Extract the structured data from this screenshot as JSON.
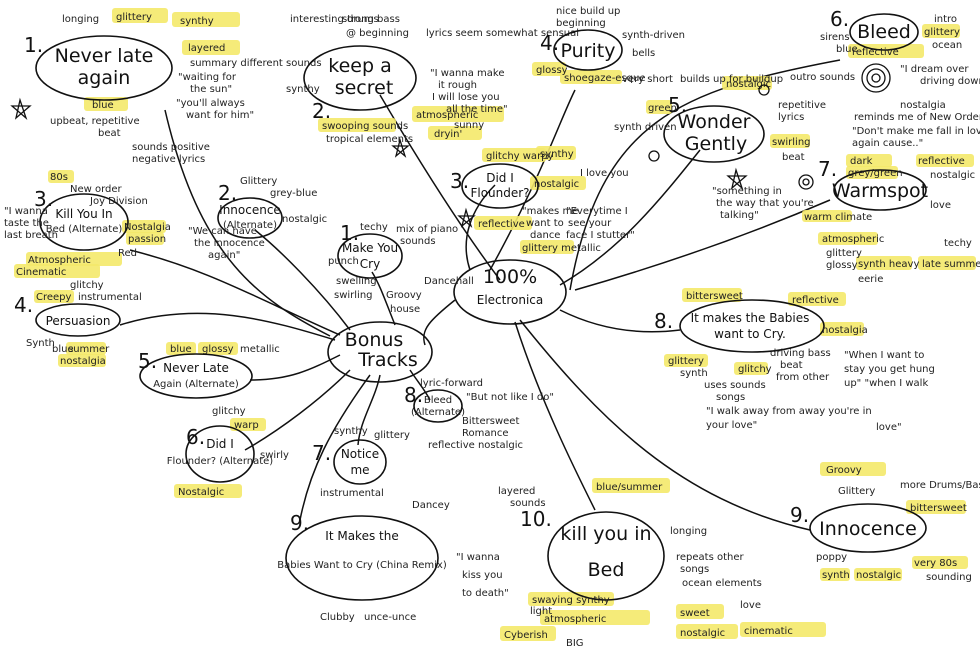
{
  "hubs": {
    "bonus": {
      "label_line1": "Bonus",
      "label_line2": "Tracks"
    },
    "main": {
      "label_line1": "100%",
      "label_line2": "Electronica"
    }
  },
  "main_tracks": [
    {
      "number": "1.",
      "title_line1": "Never late",
      "title_line2": "again",
      "tags": [
        "glittery",
        "synthy",
        "layered",
        "blue"
      ],
      "notes": [
        "longing",
        "summary different sounds",
        "\"waiting for",
        "the sun\"",
        "\"you'll always",
        "want for him\"",
        "upbeat, repetitive",
        "beat",
        "sounds positive",
        "negative lyrics"
      ]
    },
    {
      "number": "2.",
      "title_line1": "keep a",
      "title_line2": "secret",
      "tags": [
        "atmospheric",
        "dryin'",
        "swooping sounds"
      ],
      "notes": [
        "interesting drums",
        "strong bass",
        "@ beginning",
        "lyrics seem somewhat sensual",
        "\"I wanna make",
        "it rough",
        "I will lose you",
        "all the time\"",
        "tropical elements",
        "sunny",
        "synthy"
      ]
    },
    {
      "number": "3.",
      "title_line1": "Did I",
      "title_line2": "Flounder?",
      "tags": [
        "glitchy warpy",
        "synthy",
        "nostalgic",
        "reflective",
        "glittery metallic"
      ],
      "notes": [
        "I love you",
        "\"makes me",
        "want to",
        "dance",
        "\"Everytime I",
        "see your",
        "face I stutter\""
      ]
    },
    {
      "number": "4.",
      "title_line1": "Purity",
      "title_line2": "",
      "tags": [
        "glossy",
        "shoegaze-esque"
      ],
      "notes": [
        "nice build up",
        "beginning",
        "synth-driven",
        "bells",
        "very short"
      ]
    },
    {
      "number": "5.",
      "title_line1": "Wonder",
      "title_line2": "Gently",
      "tags": [
        "nostalgic",
        "green",
        "swirling"
      ],
      "notes": [
        "builds up for buildup",
        "outro sounds",
        "repetitive",
        "lyrics",
        "synth driven",
        "beat",
        "\"something in",
        "the way that you're",
        "talking\""
      ]
    },
    {
      "number": "6.",
      "title_line1": "Bleed",
      "title_line2": "",
      "tags": [
        "glittery",
        "reflective"
      ],
      "notes": [
        "sirens",
        "blue",
        "intro",
        "ocean",
        "\"I dream over",
        "nostalgia",
        "reminds me of New Order",
        "\"Don't make me fall in love",
        "again cause..\"",
        "driving down"
      ]
    },
    {
      "number": "7.",
      "title_line1": "Warmspot",
      "title_line2": "",
      "tags": [
        "dark",
        "grey/green",
        "reflective",
        "atmospheric",
        "synth heavy",
        "late summer",
        "warm climate"
      ],
      "notes": [
        "love",
        "nostalgic",
        "glittery",
        "glossy",
        "techy",
        "eerie"
      ]
    },
    {
      "number": "8.",
      "title_line1": "It makes the Babies",
      "title_line2": "want to Cry.",
      "tags": [
        "bittersweet",
        "reflective",
        "nostalgia",
        "glittery",
        "glitchy"
      ],
      "notes": [
        "synth",
        "driving bass",
        "beat",
        "from other",
        "uses sounds",
        "songs",
        "\"When I want to",
        "stay you get hung",
        "up\" \"when I walk",
        "\"I walk away from away you're in",
        "your love\"",
        "love\""
      ]
    },
    {
      "number": "9.",
      "title_line1": "Innocence",
      "title_line2": "",
      "tags": [
        "Groovy",
        "bittersweet",
        "synth",
        "nostalgic",
        "very 80s"
      ],
      "notes": [
        "Glittery",
        "more Drums/Bass",
        "poppy",
        "sounding"
      ]
    },
    {
      "number": "10.",
      "title_line1": "kill you in",
      "title_line2": "Bed",
      "tags": [
        "blue/summer",
        "swaying synthy",
        "atmospheric",
        "sweet",
        "nostalgic",
        "cinematic",
        "Cyberish"
      ],
      "notes": [
        "layered",
        "sounds",
        "longing",
        "repeats other",
        "songs",
        "ocean elements",
        "love",
        "\"I wanna",
        "kiss you",
        "to death\"",
        "light",
        "BIG"
      ]
    }
  ],
  "bonus_tracks": [
    {
      "number": "1.",
      "title_line1": "Make You",
      "title_line2": "Cry",
      "tags": [],
      "notes": [
        "techy",
        "mix of piano",
        "sounds",
        "punch",
        "swelling",
        "swirling",
        "Groovy",
        "house",
        "Dancehall"
      ]
    },
    {
      "number": "2.",
      "title_line1": "Innocence",
      "title_line2": "(Alternate)",
      "tags": [],
      "notes": [
        "Glittery",
        "grey-blue",
        "nostalgic",
        "\"We can have",
        "the innocence",
        "again\""
      ]
    },
    {
      "number": "3.",
      "title_line1": "Kill You In",
      "title_line2": "Bed (Alternate)",
      "tags": [
        "80s",
        "Nostalgia",
        "passion",
        "Atmospheric",
        "Cinematic"
      ],
      "notes": [
        "New order",
        "Joy Division",
        "\"I wanna",
        "taste the",
        "last breath",
        "Red"
      ]
    },
    {
      "number": "4.",
      "title_line1": "Persuasion",
      "title_line2": "",
      "tags": [
        "Creepy",
        "blue",
        "summer",
        "nostalgia"
      ],
      "notes": [
        "glitchy",
        "instrumental",
        "Synth"
      ]
    },
    {
      "number": "5.",
      "title_line1": "Never Late",
      "title_line2": "Again (Alternate)",
      "tags": [
        "blue",
        "glossy"
      ],
      "notes": [
        "metallic"
      ]
    },
    {
      "number": "6.",
      "title_line1": "Did I",
      "title_line2": "Flounder? (Alternate)",
      "tags": [
        "warp",
        "Nostalgic"
      ],
      "notes": [
        "glitchy",
        "swirly"
      ]
    },
    {
      "number": "7.",
      "title_line1": "Notice",
      "title_line2": "me",
      "tags": [],
      "notes": [
        "synthy",
        "glittery",
        "instrumental"
      ]
    },
    {
      "number": "8.",
      "title_line1": "Bleed",
      "title_line2": "(Alternate)",
      "tags": [],
      "notes": [
        "lyric-forward",
        "\"But not like I do\"",
        "Bittersweet",
        "Romance",
        "reflective nostalgic"
      ]
    },
    {
      "number": "9.",
      "title_line1": "It Makes the",
      "title_line2": "Babies Want to Cry (China Remix)",
      "tags": [],
      "notes": [
        "Dancey",
        "Clubby",
        "unce-unce"
      ]
    }
  ],
  "colors": {
    "highlight": "#f4e96a",
    "ink": "#111111",
    "paper": "#ffffff"
  }
}
